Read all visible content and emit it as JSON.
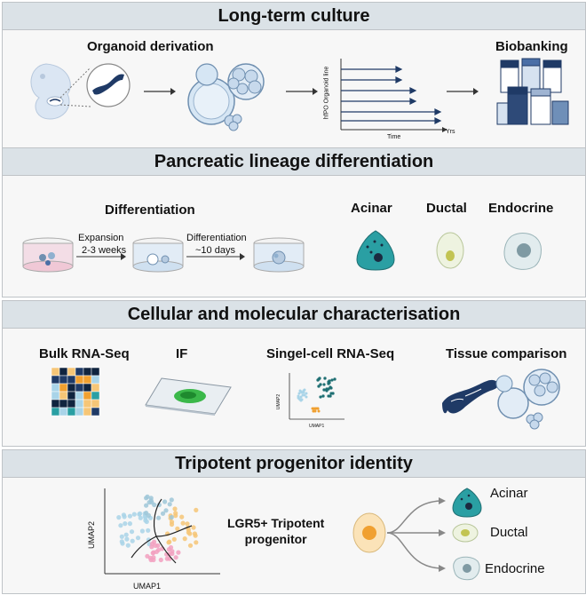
{
  "sections": {
    "s1": {
      "title": "Long-term culture"
    },
    "s2": {
      "title": "Pancreatic lineage differentiation"
    },
    "s3": {
      "title": "Cellular and molecular characterisation"
    },
    "s4": {
      "title": "Tripotent progenitor identity"
    }
  },
  "culture": {
    "organoid_derivation": "Organoid derivation",
    "biobanking": "Biobanking",
    "plot_ylabel": "hfPO Organoid line",
    "plot_xlabel": "Time",
    "plot_xunit": "Yrs"
  },
  "differentiation": {
    "title": "Differentiation",
    "step1_line1": "Expansion",
    "step1_line2": "2-3 weeks",
    "step2_line1": "Differentiation",
    "step2_line2": "~10 days",
    "cells": [
      "Acinar",
      "Ductal",
      "Endocrine"
    ]
  },
  "characterisation": {
    "bulk": "Bulk RNA-Seq",
    "if": "IF",
    "singlecell": "Singel-cell RNA-Seq",
    "tissue": "Tissue comparison",
    "umap1": "UMAP1",
    "umap2": "UMAP2"
  },
  "progenitor": {
    "label_line1": "LGR5+ Tripotent",
    "label_line2": "progenitor",
    "umap1": "UMAP1",
    "umap2": "UMAP2",
    "fates": [
      "Acinar",
      "Ductal",
      "Endocrine"
    ]
  },
  "colors": {
    "band": "#dbe2e7",
    "navy": "#1f3a66",
    "teal": "#2a9fa3",
    "orange": "#f0a030",
    "pink": "#f2a0c0",
    "lightblue": "#a9d4e8"
  }
}
